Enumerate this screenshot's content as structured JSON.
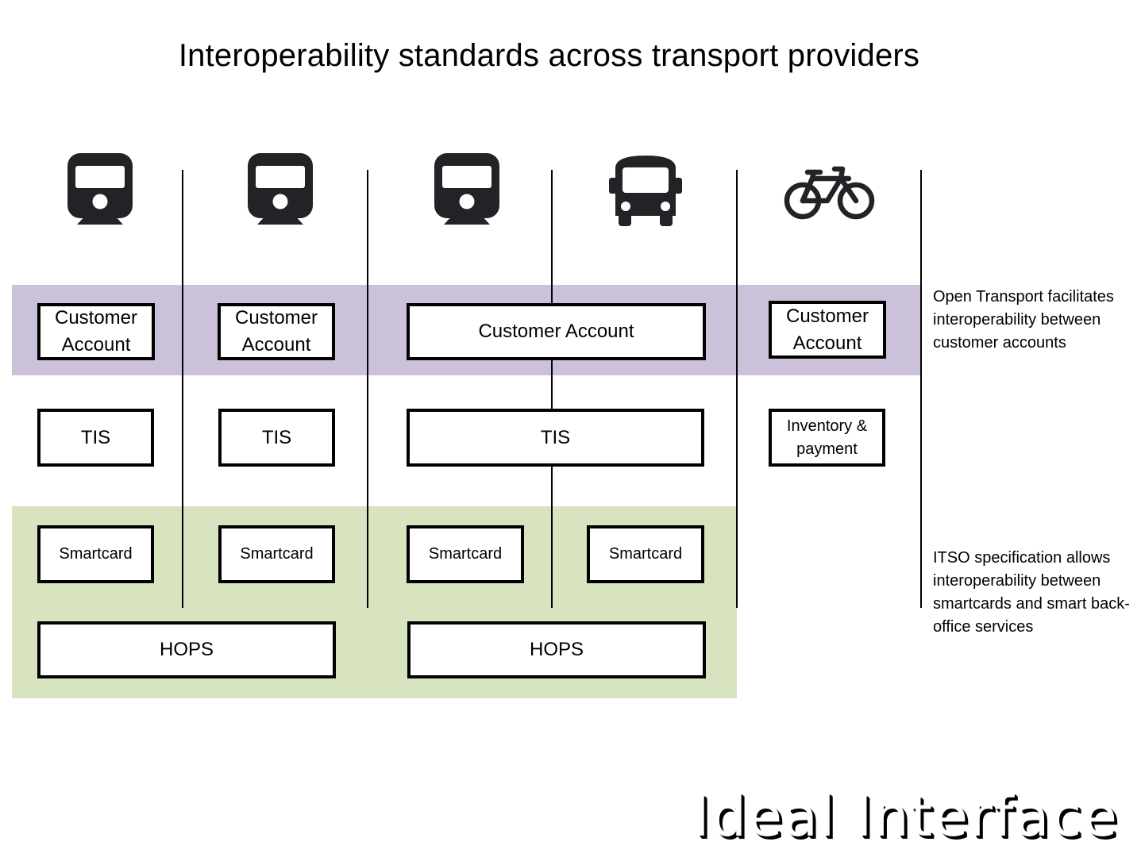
{
  "title": "Interoperability standards across transport providers",
  "icons": [
    {
      "name": "train-icon",
      "provider": "rail"
    },
    {
      "name": "train-icon",
      "provider": "rail"
    },
    {
      "name": "train-icon",
      "provider": "rail"
    },
    {
      "name": "bus-icon",
      "provider": "bus"
    },
    {
      "name": "bicycle-icon",
      "provider": "bike"
    }
  ],
  "bands": {
    "open_transport_color": "#cbc2da",
    "itso_color": "#d8e4bf"
  },
  "customer_account": {
    "box1": "Customer Account",
    "box2": "Customer Account",
    "box3": "Customer Account",
    "box4": "Customer Account"
  },
  "tis_row": {
    "box1": "TIS",
    "box2": "TIS",
    "box3": "TIS",
    "box4": "Inventory & payment"
  },
  "smartcard_row": {
    "box1": "Smartcard",
    "box2": "Smartcard",
    "box3": "Smartcard",
    "box4": "Smartcard"
  },
  "hops_row": {
    "box1": "HOPS",
    "box2": "HOPS"
  },
  "notes": {
    "open_transport": "Open Transport facilitates interoperability between customer accounts",
    "itso": "ITSO specification allows interoperability between smartcards and smart back-office services"
  },
  "watermark": "Ideal Interface"
}
